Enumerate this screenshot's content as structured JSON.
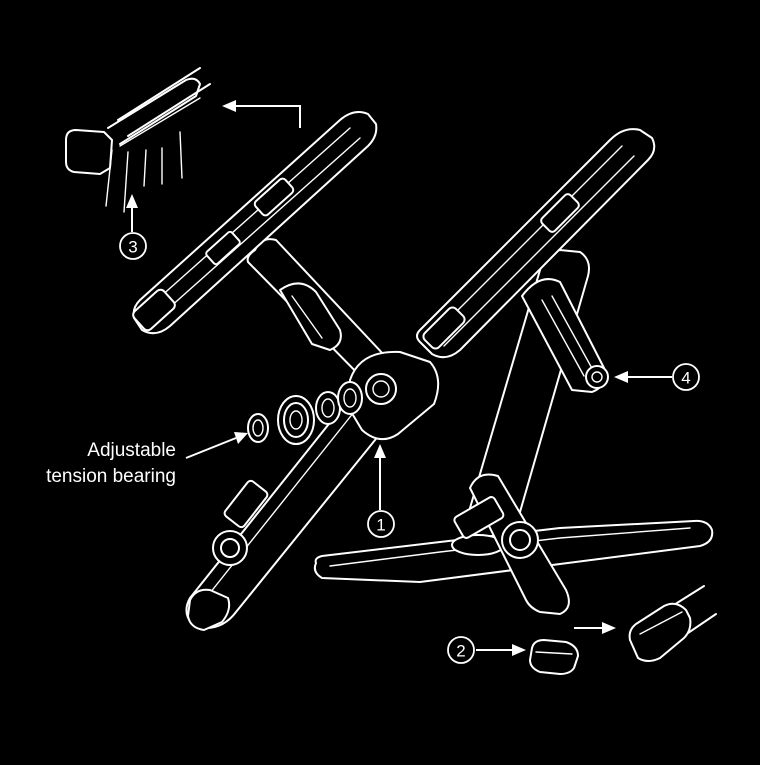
{
  "callouts": [
    {
      "id": "1",
      "label": "1"
    },
    {
      "id": "2",
      "label": "2"
    },
    {
      "id": "3",
      "label": "3"
    },
    {
      "id": "4",
      "label": "4"
    }
  ],
  "annotation": {
    "line1": "Adjustable",
    "line2": "tension bearing"
  },
  "colors": {
    "background": "#000000",
    "line": "#ffffff"
  }
}
